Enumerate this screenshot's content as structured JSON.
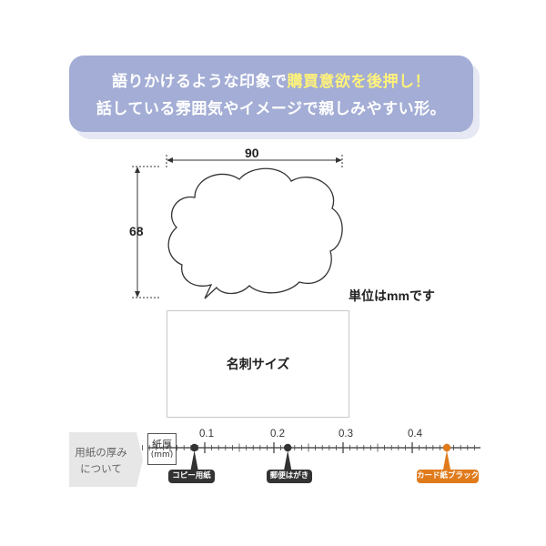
{
  "banner": {
    "line1_prefix": "語りかけるような印象で",
    "line1_highlight": "購買意欲を後押し！",
    "line2": "話している雰囲気やイメージで親しみやすい形。",
    "bg_color": "#a3add5",
    "highlight_color": "#fff27a"
  },
  "dimensions": {
    "width_label": "90",
    "height_label": "68",
    "unit_note": "単位はmmです"
  },
  "card": {
    "label": "名刺サイズ"
  },
  "thickness": {
    "section_label_line1": "用紙の厚み",
    "section_label_line2": "について",
    "unit_label_top": "紙厚",
    "unit_label_bottom": "(mm)",
    "ticks": [
      "0.1",
      "0.2",
      "0.3",
      "0.4"
    ],
    "markers": [
      {
        "label": "コピー用紙",
        "value": 0.085,
        "color": "#333333"
      },
      {
        "label": "郵便はがき",
        "value": 0.22,
        "color": "#333333"
      },
      {
        "label": "カード紙ブラック",
        "value": 0.45,
        "color": "#e07b1c"
      }
    ]
  }
}
